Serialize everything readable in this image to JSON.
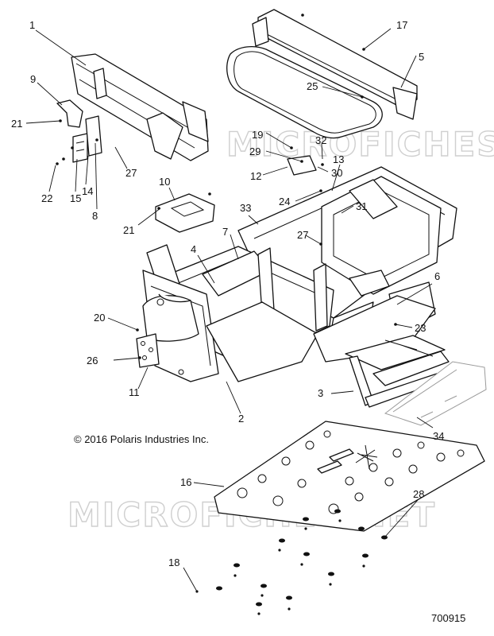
{
  "copyright": "© 2016 Polaris Industries Inc.",
  "diagram_id": "700915",
  "watermark": "MICROFICHES.NET",
  "callouts": {
    "c1": "1",
    "c2": "2",
    "c3": "3",
    "c4": "4",
    "c5": "5",
    "c6": "6",
    "c7": "7",
    "c8": "8",
    "c9": "9",
    "c10": "10",
    "c11": "11",
    "c12": "12",
    "c13": "13",
    "c14": "14",
    "c15": "15",
    "c16": "16",
    "c17": "17",
    "c18": "18",
    "c19": "19",
    "c20": "20",
    "c21a": "21",
    "c21b": "21",
    "c22": "22",
    "c23": "23",
    "c24": "24",
    "c25": "25",
    "c26": "26",
    "c27a": "27",
    "c27b": "27",
    "c28": "28",
    "c29": "29",
    "c30": "30",
    "c31": "31",
    "c32": "32",
    "c33": "33",
    "c34": "34"
  }
}
